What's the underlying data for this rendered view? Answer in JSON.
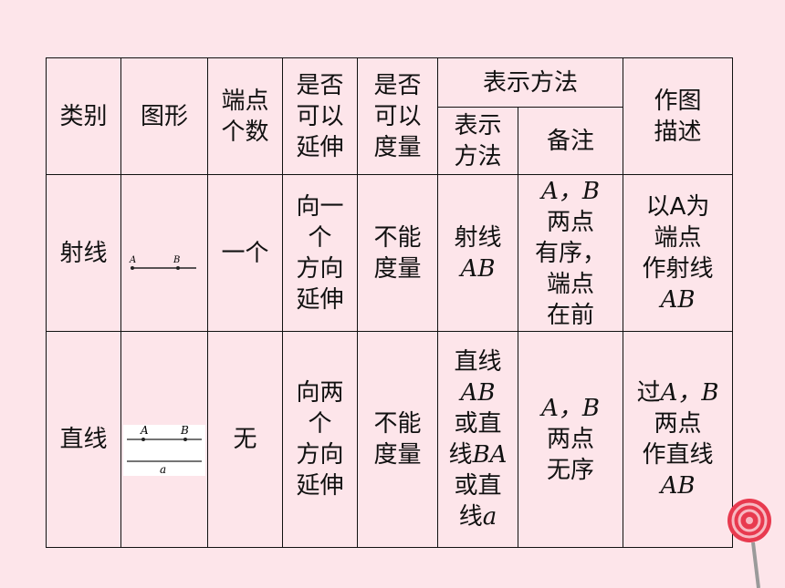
{
  "header": {
    "category": "类别",
    "figure": "图形",
    "endpoints": "端点\n个数",
    "extendable": "是否\n可以\n延伸",
    "measurable": "是否\n可以\n度量",
    "notation_group": "表示方法",
    "notation": "表示\n方法",
    "remark": "备注",
    "drawing": "作图\n描述"
  },
  "rows": [
    {
      "category": "射线",
      "figure_labels": {
        "point_a": "A",
        "point_b": "B"
      },
      "endpoints": "一个",
      "extendable": "向一\n个\n方向\n延伸",
      "measurable": "不能\n度量",
      "notation": {
        "line1": "射线",
        "line2": "AB"
      },
      "remark": {
        "line1": "A，B",
        "rest": "两点\n有序，\n端点\n在前"
      },
      "drawing": {
        "text": "以A为\n端点\n作射线",
        "last": "AB"
      }
    },
    {
      "category": "直线",
      "figure_labels": {
        "point_a": "A",
        "point_b": "B",
        "line_a": "a"
      },
      "endpoints": "无",
      "extendable": "向两\n个\n方向\n延伸",
      "measurable": "不能\n度量",
      "notation": {
        "l1": "直线",
        "l2": "AB",
        "l3": "或直",
        "l4": "线",
        "l5": "BA",
        "l6": "或直",
        "l7": "线",
        "l8": "a"
      },
      "remark": {
        "line1": "A，B",
        "rest": "两点\n无序"
      },
      "drawing": {
        "pre": "过",
        "ab": "A，B",
        "rest": "两点\n作直线",
        "last": "AB"
      }
    }
  ],
  "colors": {
    "background": "#fde5ea",
    "grid": "#111111",
    "lollipop": "#e83a4f"
  }
}
